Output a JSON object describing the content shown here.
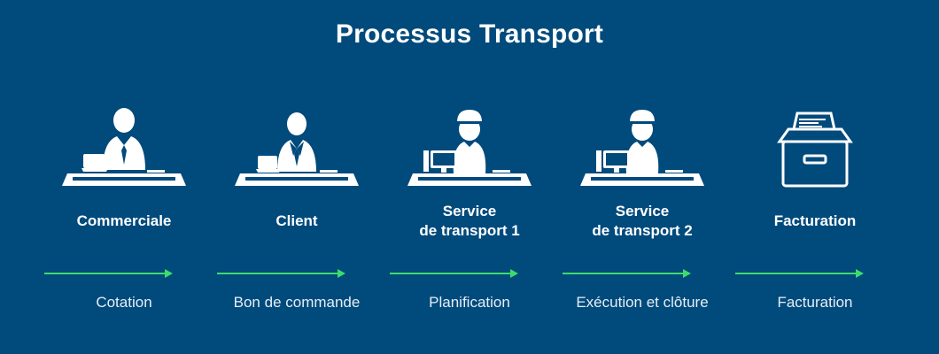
{
  "title": "Processus Transport",
  "colors": {
    "background": "#004a7c",
    "arrow": "#3ddc6a",
    "text": "#ffffff"
  },
  "steps": [
    {
      "role": "Commerciale",
      "action": "Cotation",
      "icon": "businessman-laptop-icon"
    },
    {
      "role": "Client",
      "action": "Bon de commande",
      "icon": "client-laptop-icon"
    },
    {
      "role": "Service\nde transport 1",
      "action": "Planification",
      "icon": "transport-operator-computer-icon"
    },
    {
      "role": "Service\nde transport 2",
      "action": "Exécution et clôture",
      "icon": "transport-operator-computer-icon"
    },
    {
      "role": "Facturation",
      "action": "Facturation",
      "icon": "archive-box-icon"
    }
  ]
}
